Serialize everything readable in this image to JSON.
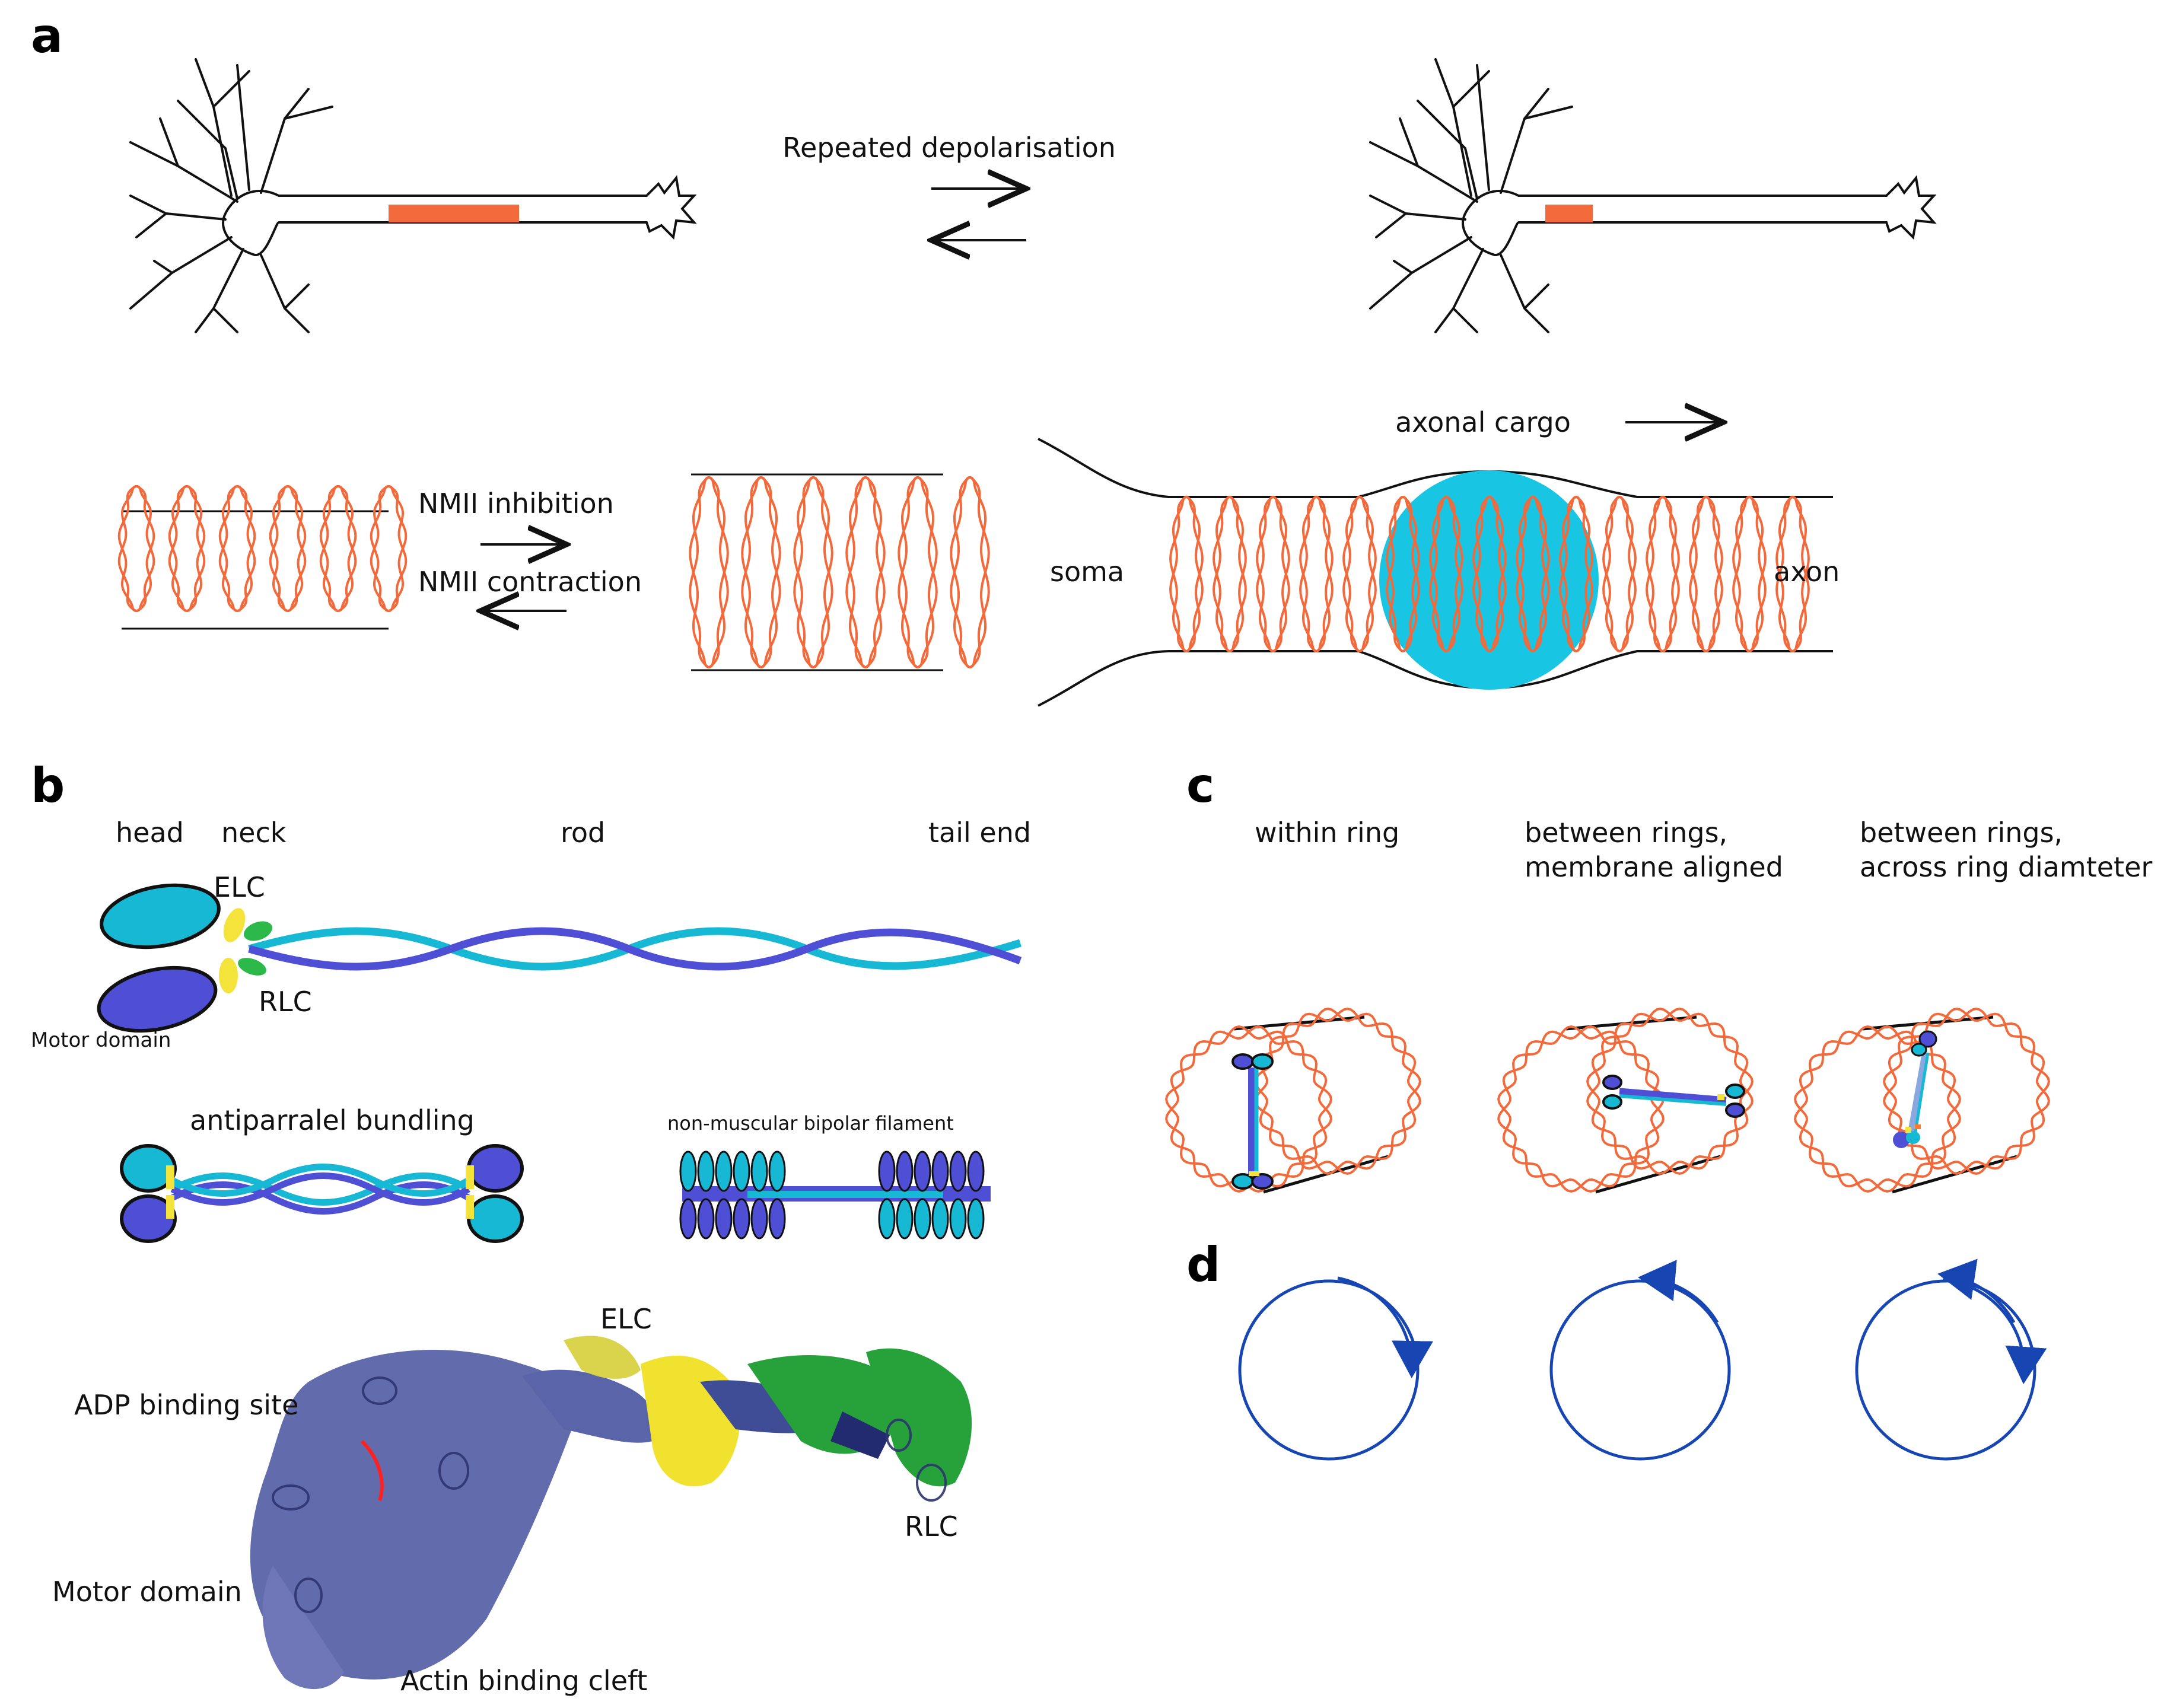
{
  "panels": {
    "a": "a",
    "b": "b",
    "c": "c",
    "d": "d"
  },
  "panel_a": {
    "depolarisation_label": "Repeated depolarisation",
    "nmii_inhibition": "NMII inhibition",
    "nmii_contraction": "NMII contraction",
    "axonal_cargo": "axonal cargo",
    "soma": "soma",
    "axon": "axon"
  },
  "panel_b": {
    "head": "head",
    "neck": "neck",
    "rod": "rod",
    "tail_end": "tail end",
    "elc": "ELC",
    "rlc": "RLC",
    "motor_domain_small": "Motor domain",
    "antiparallel_bundling": "antiparralel bundling",
    "bipolar_filament": "non-muscular bipolar filament",
    "structure_elc": "ELC",
    "adp_binding_site": "ADP binding site",
    "structure_rlc": "RLC",
    "structure_motor_domain": "Motor domain",
    "actin_binding_cleft": "Actin binding cleft"
  },
  "panel_c": {
    "within_ring": "within ring",
    "between_aligned_1": "between rings,",
    "between_aligned_2": "membrane aligned",
    "between_across_1": "between rings,",
    "between_across_2": "across ring diamteter"
  },
  "colors": {
    "actin_ring": "#f26a3c",
    "cargo": "#18c6e4",
    "myosin_dark": "#4f4fd6",
    "myosin_light": "#17b8d4",
    "elc": "#f4e33a",
    "rlc": "#2db84a",
    "structure_blue": "#5a64a8",
    "arrow_blue": "#1746b3"
  }
}
